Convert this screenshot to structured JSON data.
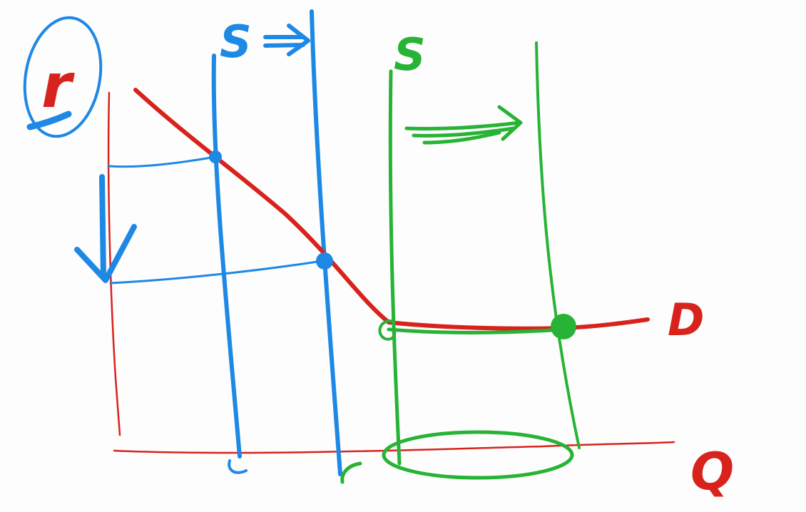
{
  "colors": {
    "background": "#fdfdfd",
    "demand_red": "#d8231c",
    "axis_red": "#d8231c",
    "blue": "#1e88e5",
    "green": "#27b335"
  },
  "labels": {
    "price_axis": "r",
    "quantity_axis": "Q",
    "demand": "D",
    "supply_blue": "S",
    "supply_green": "S"
  },
  "annotations": {
    "blue_shift_arrow": "right-arrow",
    "green_shift_arrow": "right-arrow",
    "price_drop_arrow": "down-arrow",
    "price_axis_circle": "circle",
    "liquidity_trap_ellipse": "ellipse"
  }
}
